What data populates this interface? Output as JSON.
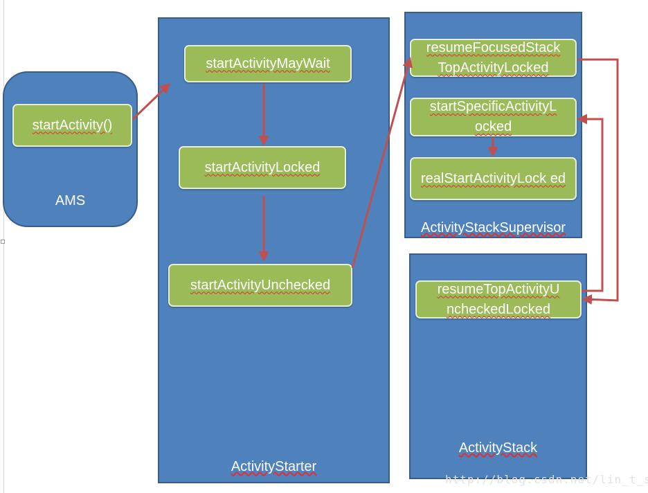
{
  "containers": {
    "ams": "AMS",
    "activity_starter": "ActivityStarter",
    "activity_stack_supervisor": "ActivityStackSupervisor",
    "activity_stack": "ActivityStack"
  },
  "nodes": {
    "start_activity": "startActivity()",
    "start_activity_may_wait": "startActivityMayWait",
    "start_activity_locked": "startActivityLocked",
    "start_activity_unchecked": "startActivityUnchecked",
    "resume_focused_stack": "resumeFocusedStack TopActivityLocked",
    "start_specific_activity": "startSpecificActivityL ocked",
    "real_start_activity": "realStartActivityLock ed",
    "resume_top_activity": "resumeTopActivityU ncheckedLocked"
  },
  "watermark": "http://blog.csdn.net/lin_t_s",
  "colors": {
    "container_fill": "#4f81bd",
    "node_fill": "#9bbb59",
    "arrow": "#c0504d"
  }
}
